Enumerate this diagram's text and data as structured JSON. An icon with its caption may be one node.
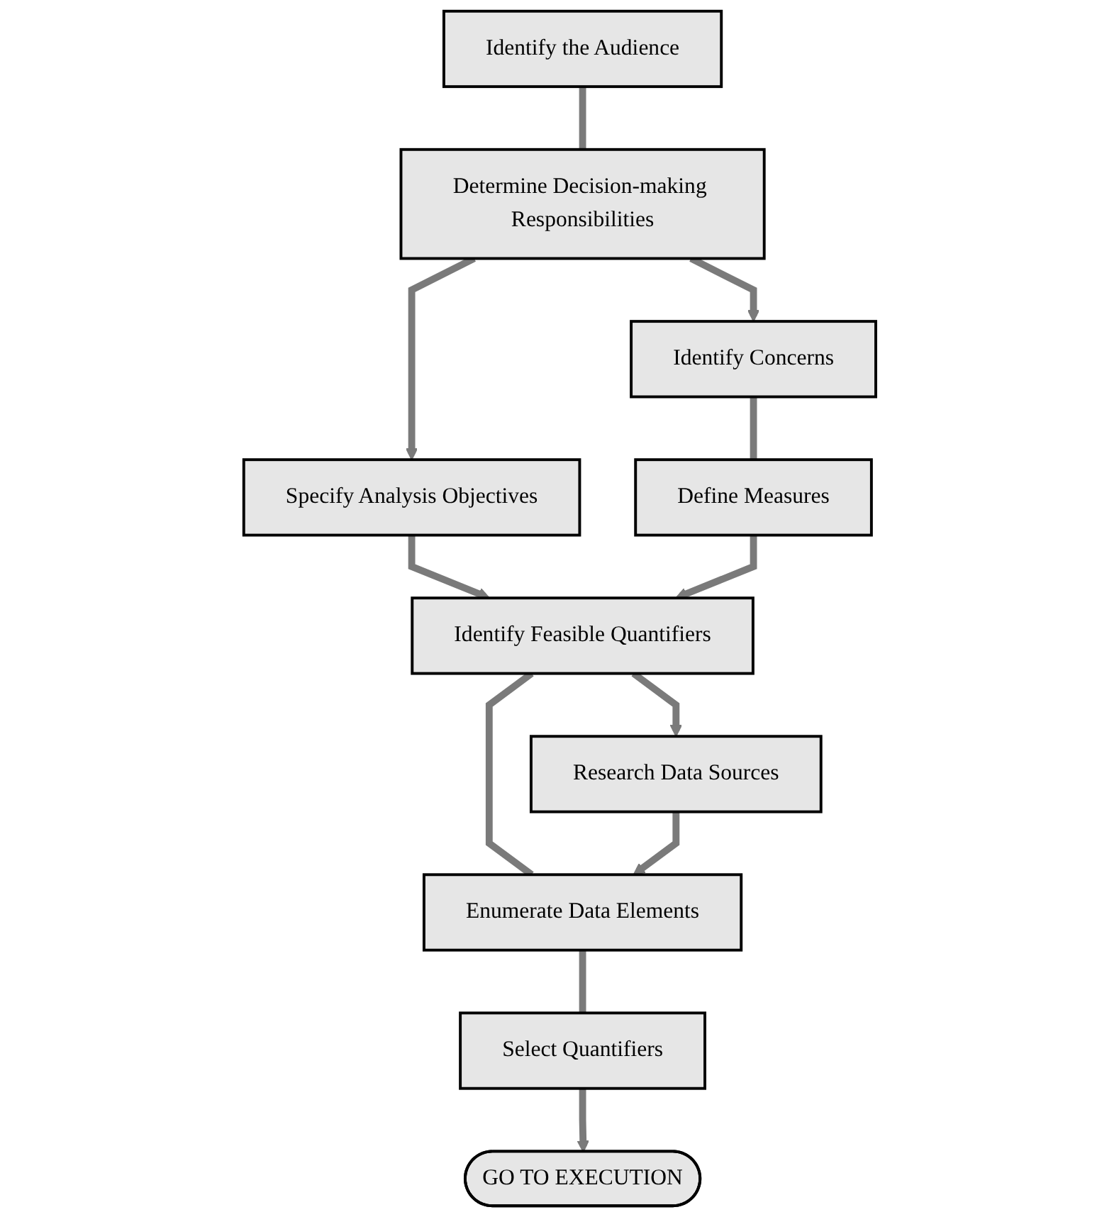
{
  "diagram": {
    "nodes": [
      {
        "text": [
          "Identify the Audience"
        ]
      },
      {
        "text": [
          "Determine Decision-making Responsibilities"
        ]
      },
      {
        "text": [
          "Specify Analysis Objectives"
        ]
      },
      {
        "text": [
          "Identify Concerns"
        ]
      },
      {
        "text": [
          "Define Measures"
        ]
      },
      {
        "text": [
          "Identify Feasible Quantifiers"
        ]
      },
      {
        "text": [
          "Research Data Sources"
        ]
      },
      {
        "text": [
          "Enumerate Data Elements"
        ]
      },
      {
        "text": [
          "Select Quantifiers"
        ]
      },
      {
        "text": [
          "GO TO EXECUTION"
        ]
      }
    ],
    "edges": [
      {
        "from": 0,
        "to": 1,
        "arrow": "none"
      },
      {
        "from": 1,
        "to": 2,
        "arrow": "to"
      },
      {
        "from": 1,
        "to": 3,
        "arrow": "to"
      },
      {
        "from": 3,
        "to": 4,
        "arrow": "none"
      },
      {
        "from": 2,
        "to": 5,
        "arrow": "to"
      },
      {
        "from": 4,
        "to": 5,
        "arrow": "to"
      },
      {
        "from": 5,
        "to": 6,
        "arrow": "to"
      },
      {
        "from": 5,
        "to": 7,
        "arrow": "none"
      },
      {
        "from": 6,
        "to": 7,
        "arrow": "to"
      },
      {
        "from": 7,
        "to": 8,
        "arrow": "none"
      },
      {
        "from": 8,
        "to": 9,
        "arrow": "to"
      }
    ]
  }
}
